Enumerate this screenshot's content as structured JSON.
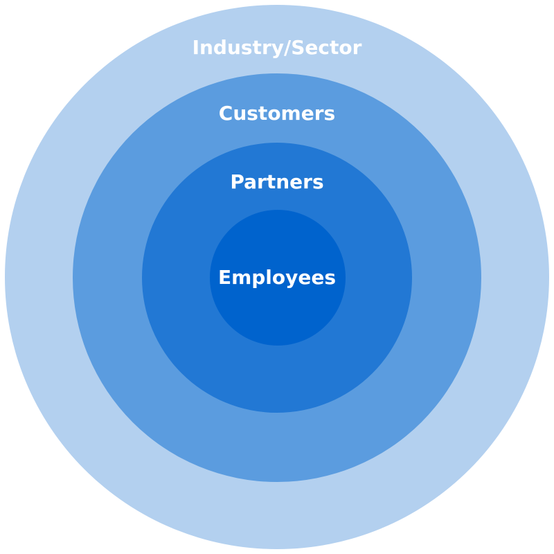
{
  "diagram": {
    "type": "concentric-circles",
    "layers": [
      {
        "label": "Industry/Sector",
        "color": "#b3d0ef"
      },
      {
        "label": "Customers",
        "color": "#5b9cdf"
      },
      {
        "label": "Partners",
        "color": "#2278d4"
      },
      {
        "label": "Employees",
        "color": "#0063cd"
      }
    ]
  }
}
